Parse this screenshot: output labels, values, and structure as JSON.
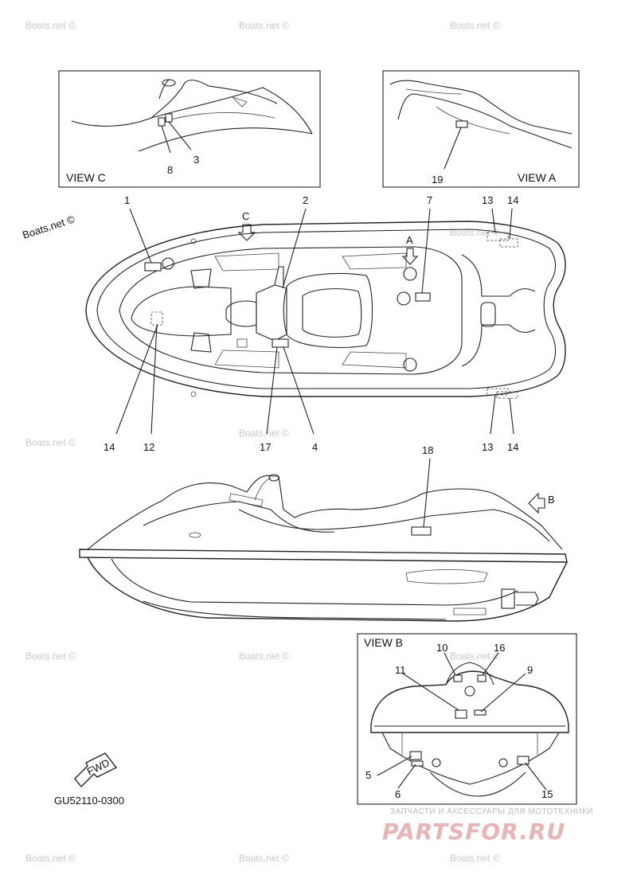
{
  "watermark": "Boats.net ©",
  "diagram_code": "GU52110-0300",
  "fwd_label": "FWD",
  "views": {
    "c": "VIEW C",
    "a": "VIEW A",
    "b": "VIEW B"
  },
  "view_markers": {
    "c": "C",
    "a": "A",
    "b": "B"
  },
  "callouts": [
    "1",
    "2",
    "3",
    "4",
    "5",
    "6",
    "7",
    "8",
    "9",
    "10",
    "11",
    "12",
    "13",
    "14",
    "15",
    "16",
    "17",
    "18",
    "19"
  ],
  "top_callouts": {
    "n1": "1",
    "n2": "2",
    "n7": "7",
    "n13": "13",
    "n14": "14",
    "n14b": "14",
    "n12": "12",
    "n17": "17",
    "n4": "4",
    "n13b": "13",
    "n14c": "14"
  },
  "view_c_callouts": {
    "n8": "8",
    "n3": "3"
  },
  "view_a_callouts": {
    "n19": "19"
  },
  "side_callouts": {
    "n18": "18"
  },
  "view_b_callouts": {
    "n10": "10",
    "n16": "16",
    "n11": "11",
    "n9": "9",
    "n5": "5",
    "n6": "6",
    "n15": "15"
  },
  "promo": {
    "tagline": "ЗАПЧАСТИ И АКСЕССУАРЫ ДЛЯ МОТОТЕХНИКИ",
    "brand": "PARTSFOR.RU"
  }
}
